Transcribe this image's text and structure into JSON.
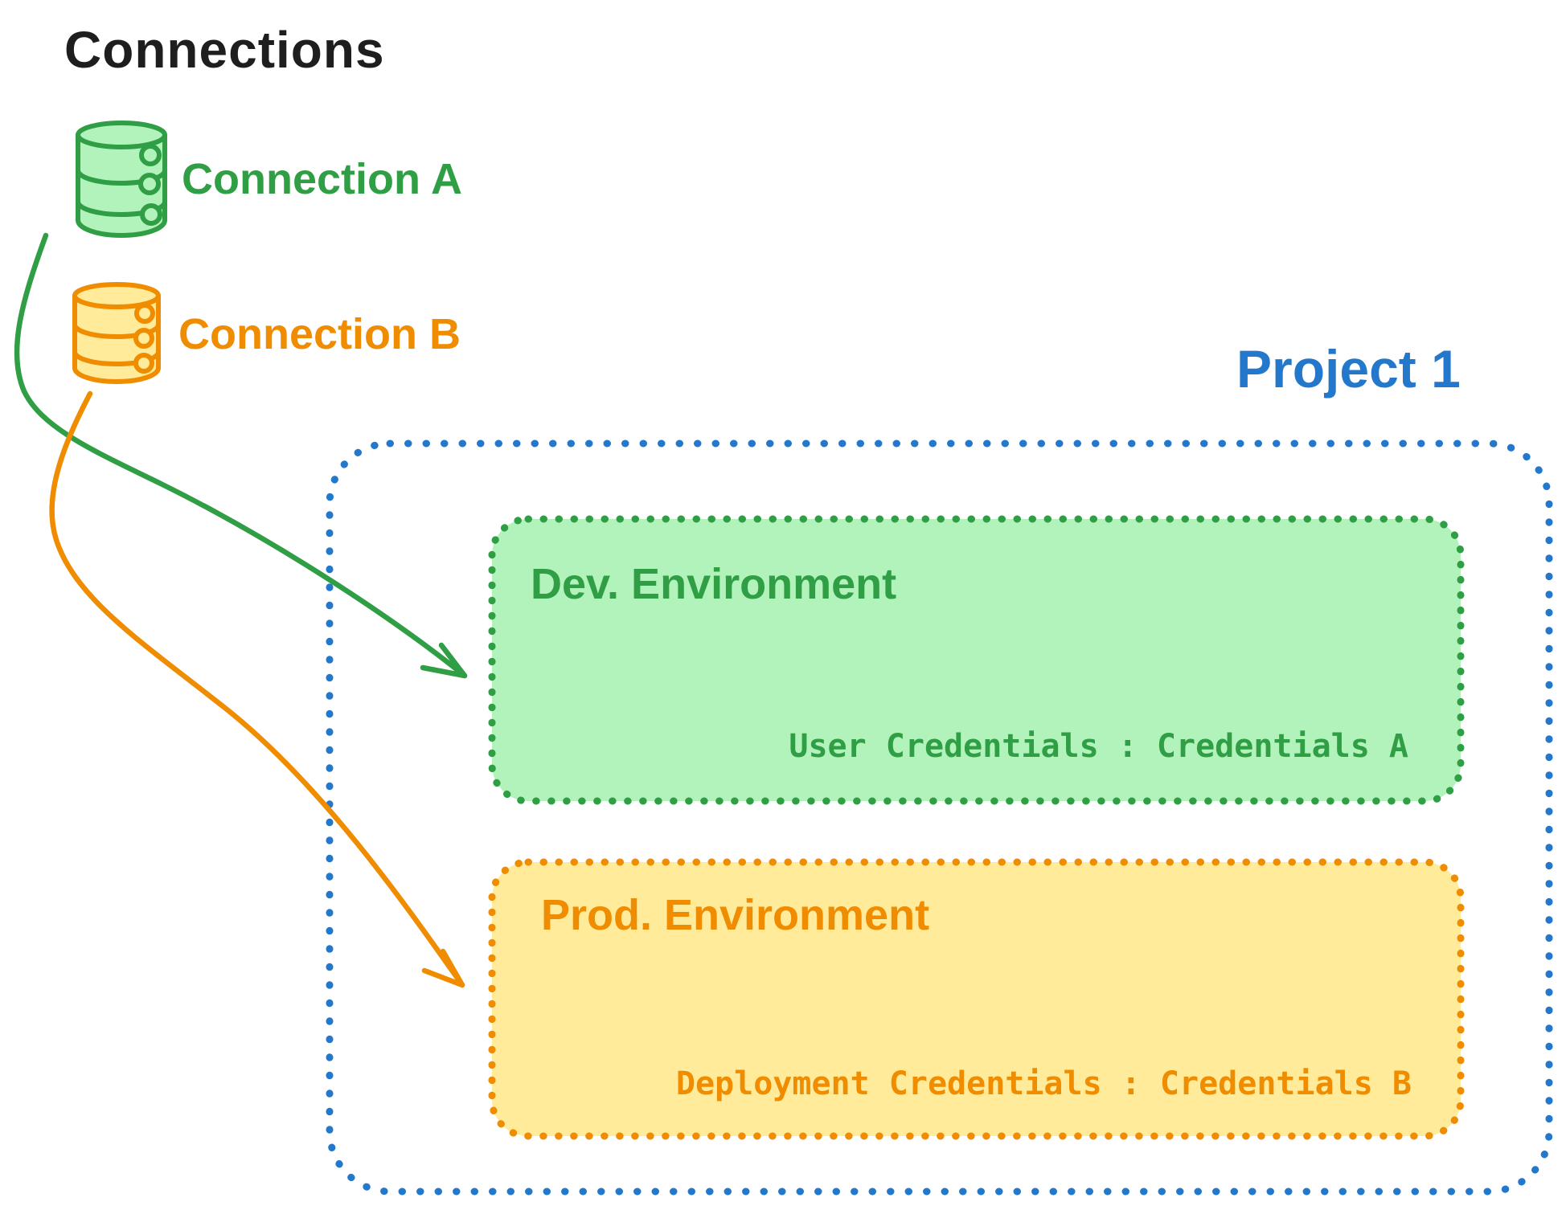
{
  "title": "Connections",
  "colors": {
    "ink": "#1e1e1e",
    "green": "#2f9e44",
    "green_fill": "#b2f2bb",
    "orange": "#f08c00",
    "orange_fill": "#ffeb99",
    "blue": "#2478cb",
    "background": "#ffffff"
  },
  "connections": [
    {
      "label": "Connection A",
      "icon": "database-icon",
      "color": "#2f9e44"
    },
    {
      "label": "Connection B",
      "icon": "database-icon",
      "color": "#f08c00"
    }
  ],
  "project": {
    "label": "Project 1",
    "environments": [
      {
        "name": "Dev. Environment",
        "credentials": "User Credentials : Credentials A",
        "source_connection": "Connection A"
      },
      {
        "name": "Prod. Environment",
        "credentials": "Deployment Credentials : Credentials B",
        "source_connection": "Connection B"
      }
    ]
  }
}
